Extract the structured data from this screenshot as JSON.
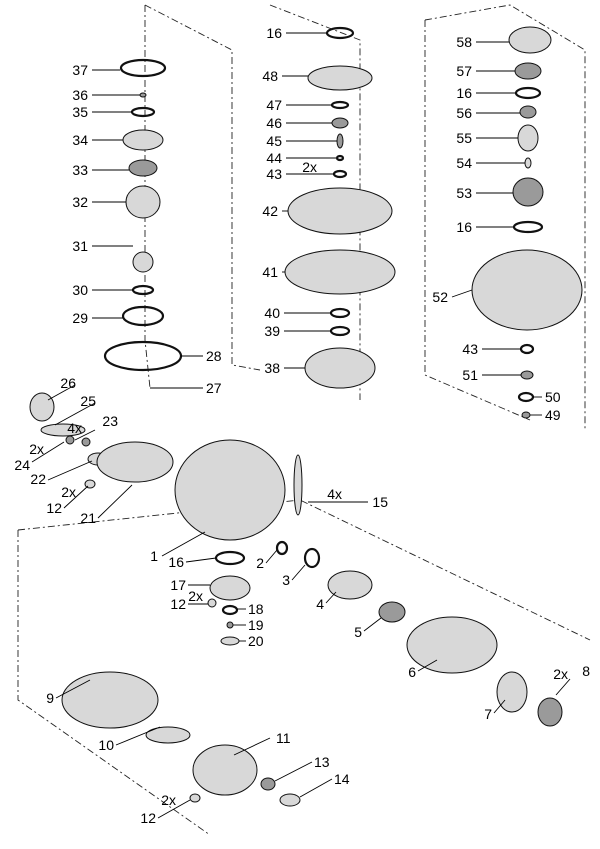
{
  "diagram": {
    "type": "exploded parts diagram",
    "callouts": [
      {
        "num": "37"
      },
      {
        "num": "36"
      },
      {
        "num": "35"
      },
      {
        "num": "34"
      },
      {
        "num": "33"
      },
      {
        "num": "32"
      },
      {
        "num": "31"
      },
      {
        "num": "30"
      },
      {
        "num": "29"
      },
      {
        "num": "28"
      },
      {
        "num": "27"
      },
      {
        "num": "26"
      },
      {
        "num": "25"
      },
      {
        "num": "23",
        "qty": "4x"
      },
      {
        "num": "24",
        "qty": "2x"
      },
      {
        "num": "22"
      },
      {
        "num": "12",
        "qty": "2x"
      },
      {
        "num": "21"
      },
      {
        "num": "16"
      },
      {
        "num": "48"
      },
      {
        "num": "47"
      },
      {
        "num": "46"
      },
      {
        "num": "45"
      },
      {
        "num": "44"
      },
      {
        "num": "43",
        "qty": "2x"
      },
      {
        "num": "42"
      },
      {
        "num": "41"
      },
      {
        "num": "40"
      },
      {
        "num": "39"
      },
      {
        "num": "38"
      },
      {
        "num": "58"
      },
      {
        "num": "57"
      },
      {
        "num": "16"
      },
      {
        "num": "56"
      },
      {
        "num": "55"
      },
      {
        "num": "54"
      },
      {
        "num": "53"
      },
      {
        "num": "16"
      },
      {
        "num": "52"
      },
      {
        "num": "43"
      },
      {
        "num": "51"
      },
      {
        "num": "50"
      },
      {
        "num": "49"
      },
      {
        "num": "15",
        "qty": "4x"
      },
      {
        "num": "1"
      },
      {
        "num": "16"
      },
      {
        "num": "2"
      },
      {
        "num": "3"
      },
      {
        "num": "17"
      },
      {
        "num": "12",
        "qty": "2x"
      },
      {
        "num": "18"
      },
      {
        "num": "19"
      },
      {
        "num": "20"
      },
      {
        "num": "4"
      },
      {
        "num": "5"
      },
      {
        "num": "6"
      },
      {
        "num": "7"
      },
      {
        "num": "8",
        "qty": "2x"
      },
      {
        "num": "9"
      },
      {
        "num": "10"
      },
      {
        "num": "11"
      },
      {
        "num": "13"
      },
      {
        "num": "14"
      },
      {
        "num": "12",
        "qty": "2x"
      }
    ]
  }
}
